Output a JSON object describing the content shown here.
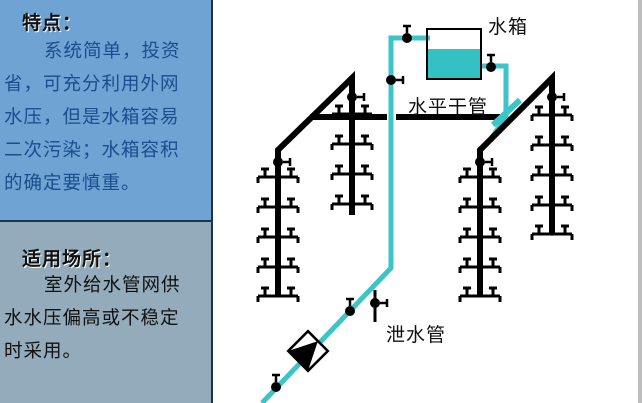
{
  "features_panel": {
    "title": "特点：",
    "text_lines": [
      "系统简单，投资",
      "省，可充分利用外网",
      "水压，但是水箱容易",
      "二次污染；水箱容积",
      "的确定要慎重。"
    ],
    "background": "#6fa3d4",
    "text_color": "#1a4e8c"
  },
  "application_panel": {
    "title": "适用场所：",
    "text_lines": [
      "室外给水管网供",
      "水水压偏高或不稳定",
      "时采用。"
    ],
    "background": "#93abbb",
    "text_color": "#111111"
  },
  "diagram": {
    "labels": {
      "water_tank": "水箱",
      "horizontal_main": "水平干管",
      "drain_pipe": "泄水管"
    },
    "colors": {
      "supply_pipe": "#3cc4c8",
      "distribution_pipe": "#000000",
      "tank_water": "#33c1c4"
    },
    "risers": [
      {
        "id": "riser-left-outer",
        "fixture_levels": 5
      },
      {
        "id": "riser-left-inner",
        "fixture_levels": 4
      },
      {
        "id": "riser-right-outer",
        "fixture_levels": 5
      },
      {
        "id": "riser-right-inner",
        "fixture_levels": 5
      }
    ]
  }
}
